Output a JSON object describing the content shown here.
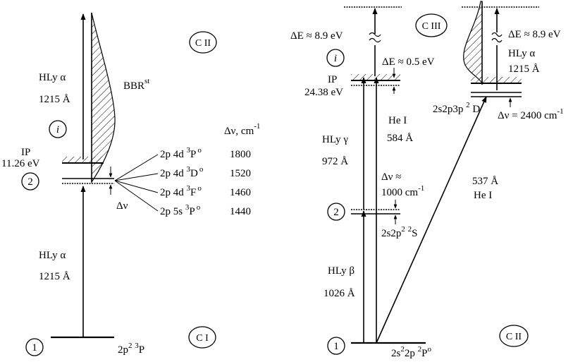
{
  "left_panel": {
    "species_top": "C II",
    "species_bottom": "C I",
    "ionization_marker": "i",
    "ip_label": "IP",
    "ip_value": "11.26 eV",
    "level_1_marker": "1",
    "level_2_marker": "2",
    "ground_state": {
      "prefix": "2p",
      "sup1": "2",
      "mid": " ",
      "sup2": "3",
      "suffix": "P"
    },
    "upper_transition": {
      "name": "HLy α",
      "wavelength": "1215",
      "unit": "Å"
    },
    "lower_transition": {
      "name": "HLy α",
      "wavelength": "1215",
      "unit": "Å"
    },
    "bbr": {
      "base": "BBR",
      "sup": "st"
    },
    "delta_nu_symbol": "Δν",
    "delta_nu_header": {
      "base": "Δν, cm",
      "sup": "-1"
    },
    "states": [
      {
        "config": "2p 4d ",
        "mult": "3",
        "term": "P",
        "parity": "o",
        "dnu": "1800"
      },
      {
        "config": "2p 4d ",
        "mult": "3",
        "term": "D",
        "parity": "o",
        "dnu": "1520"
      },
      {
        "config": "2p 4d ",
        "mult": "3",
        "term": "F",
        "parity": "o",
        "dnu": "1460"
      },
      {
        "config": "2p 5s ",
        "mult": "3",
        "term": "P",
        "parity": "o",
        "dnu": "1440"
      }
    ]
  },
  "right_panel": {
    "species_top": "C III",
    "species_bottom": "C II",
    "ionization_marker": "i",
    "ip_label": "IP",
    "ip_value": "24.38 eV",
    "level_1_marker": "1",
    "level_2_marker": "2",
    "delta_e_left": "ΔE ≈ 8.9 eV",
    "delta_e_right": "ΔE ≈ 8.9 eV",
    "delta_e_small": "ΔE ≈ 0.5 eV",
    "hly_gamma": {
      "name": "HLy γ",
      "wavelength": "972",
      "unit": "Å"
    },
    "hly_beta": {
      "name": "HLy β",
      "wavelength": "1026",
      "unit": "Å"
    },
    "hly_alpha": {
      "name": "HLy α",
      "wavelength": "1215",
      "unit": "Å"
    },
    "he_i_584": {
      "name": "He I",
      "wavelength": "584",
      "unit": "Å"
    },
    "he_i_537": {
      "name": "He I",
      "wavelength": "537",
      "unit": "Å"
    },
    "delta_nu_1000": {
      "line1": "Δν ≈",
      "line2": "1000 cm",
      "sup": "-1"
    },
    "delta_nu_2400": {
      "base": "Δν = 2400 cm",
      "sup": "-1"
    },
    "intermediate_state": {
      "config": "2s2p",
      "sup1": "2",
      "mid": " ",
      "sup2": "2",
      "term": "S"
    },
    "upper_state": {
      "config": "2s2p3p ",
      "sup": "2",
      "term": " D"
    },
    "ground_state": {
      "pre": "2s",
      "sup1": "2",
      "mid": "2p ",
      "sup2": "2",
      "term": "P",
      "sup3": "o"
    }
  }
}
